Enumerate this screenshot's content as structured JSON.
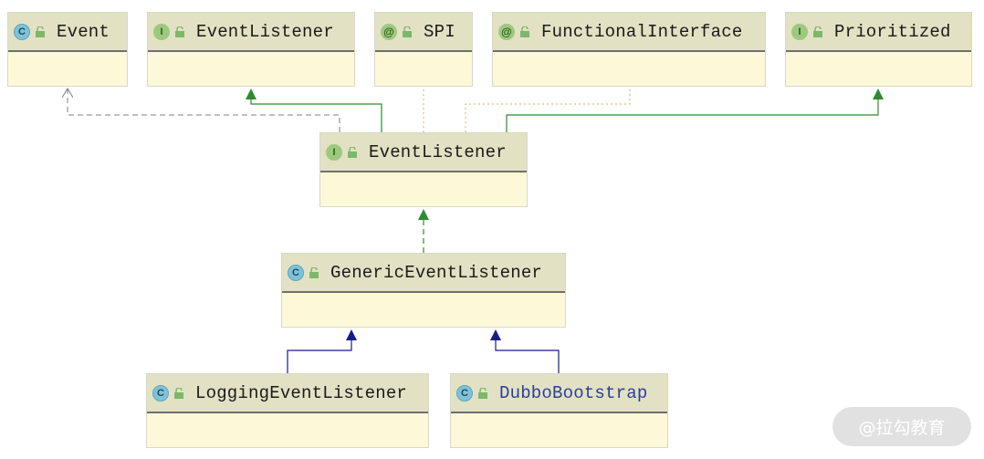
{
  "nodes": {
    "event": {
      "kind": "class",
      "badge": "C",
      "name": "Event"
    },
    "event_listener_top": {
      "kind": "interface",
      "badge": "I",
      "name": "EventListener"
    },
    "spi": {
      "kind": "annotation",
      "badge": "@",
      "name": "SPI"
    },
    "functional_interface": {
      "kind": "annotation",
      "badge": "@",
      "name": "FunctionalInterface"
    },
    "prioritized": {
      "kind": "interface",
      "badge": "I",
      "name": "Prioritized"
    },
    "event_listener": {
      "kind": "interface",
      "badge": "I",
      "name": "EventListener"
    },
    "generic_event_listener": {
      "kind": "class",
      "badge": "C",
      "name": "GenericEventListener"
    },
    "logging_event_listener": {
      "kind": "class",
      "badge": "C",
      "name": "LoggingEventListener"
    },
    "dubbo_bootstrap": {
      "kind": "class",
      "badge": "C",
      "name": "DubboBootstrap"
    }
  },
  "colors": {
    "header_bg": "#e3e1c3",
    "body_bg": "#fdf8d8",
    "extends_interface": "#2e8b2e",
    "extends_class": "#1a1a8c",
    "dependency": "#808080",
    "annotation_link": "#c8b46a",
    "highlight_name": "#2a3f9a"
  },
  "watermark": "@拉勾教育"
}
